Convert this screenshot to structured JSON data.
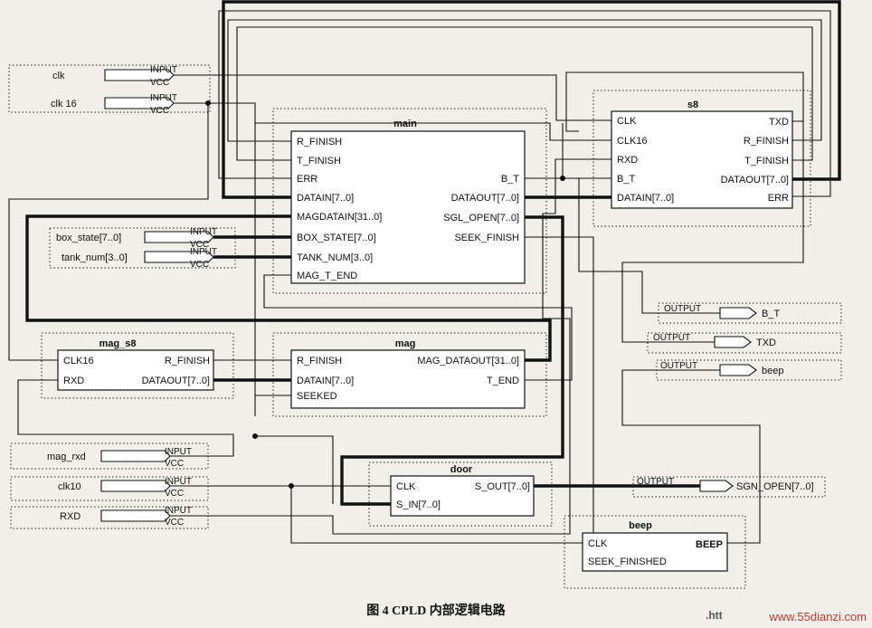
{
  "blocks": {
    "main": {
      "title": "main",
      "inputs": [
        "R_FINISH",
        "T_FINISH",
        "ERR",
        "DATAIN[7..0]",
        "MAGDATAIN[31..0]",
        "BOX_STATE[7..0]",
        "TANK_NUM[3..0]",
        "MAG_T_END"
      ],
      "outputs": [
        "B_T",
        "DATAOUT[7..0]",
        "SGL_OPEN[7..0]",
        "SEEK_FINISH"
      ]
    },
    "s8": {
      "title": "s8",
      "inputs": [
        "CLK",
        "CLK16",
        "RXD",
        "B_T",
        "DATAIN[7..0]"
      ],
      "outputs": [
        "TXD",
        "R_FINISH",
        "T_FINISH",
        "DATAOUT[7..0]",
        "ERR"
      ]
    },
    "mag_s8": {
      "title": "mag_s8",
      "inputs": [
        "CLK16",
        "RXD"
      ],
      "outputs": [
        "R_FINISH",
        "DATAOUT[7..0]"
      ]
    },
    "mag": {
      "title": "mag",
      "inputs": [
        "R_FINISH",
        "DATAIN[7..0]",
        "SEEKED"
      ],
      "outputs": [
        "MAG_DATAOUT[31..0]",
        "T_END"
      ]
    },
    "door": {
      "title": "door",
      "inputs": [
        "CLK",
        "S_IN[7..0]"
      ],
      "outputs": [
        "S_OUT[7..0]"
      ]
    },
    "beep": {
      "title": "beep",
      "inputs": [
        "CLK",
        "SEEK_FINISHED"
      ],
      "outputs": [
        "BEEP"
      ]
    }
  },
  "inputs": [
    {
      "name": "clk",
      "kind": "INPUT",
      "vcc": "VCC"
    },
    {
      "name": "clk 16",
      "kind": "INPUT",
      "vcc": "VCC"
    },
    {
      "name": "box_state[7..0]",
      "kind": "INPUT",
      "vcc": "VCC"
    },
    {
      "name": "tank_num[3..0]",
      "kind": "INPUT",
      "vcc": "VCC"
    },
    {
      "name": "mag_rxd",
      "kind": "INPUT",
      "vcc": "VCC"
    },
    {
      "name": "clk10",
      "kind": "INPUT",
      "vcc": "VCC"
    },
    {
      "name": "RXD",
      "kind": "INPUT",
      "vcc": "VCC"
    }
  ],
  "outputs": [
    {
      "name": "B_T",
      "kind": "OUTPUT"
    },
    {
      "name": "TXD",
      "kind": "OUTPUT"
    },
    {
      "name": "beep",
      "kind": "OUTPUT"
    },
    {
      "name": "SGN_OPEN[7..0]",
      "kind": "OUTPUT"
    }
  ],
  "caption": "图 4 CPLD 内部逻辑电路",
  "watermark": {
    "site": "www.55dianzi.com",
    "mark": ".htt"
  }
}
